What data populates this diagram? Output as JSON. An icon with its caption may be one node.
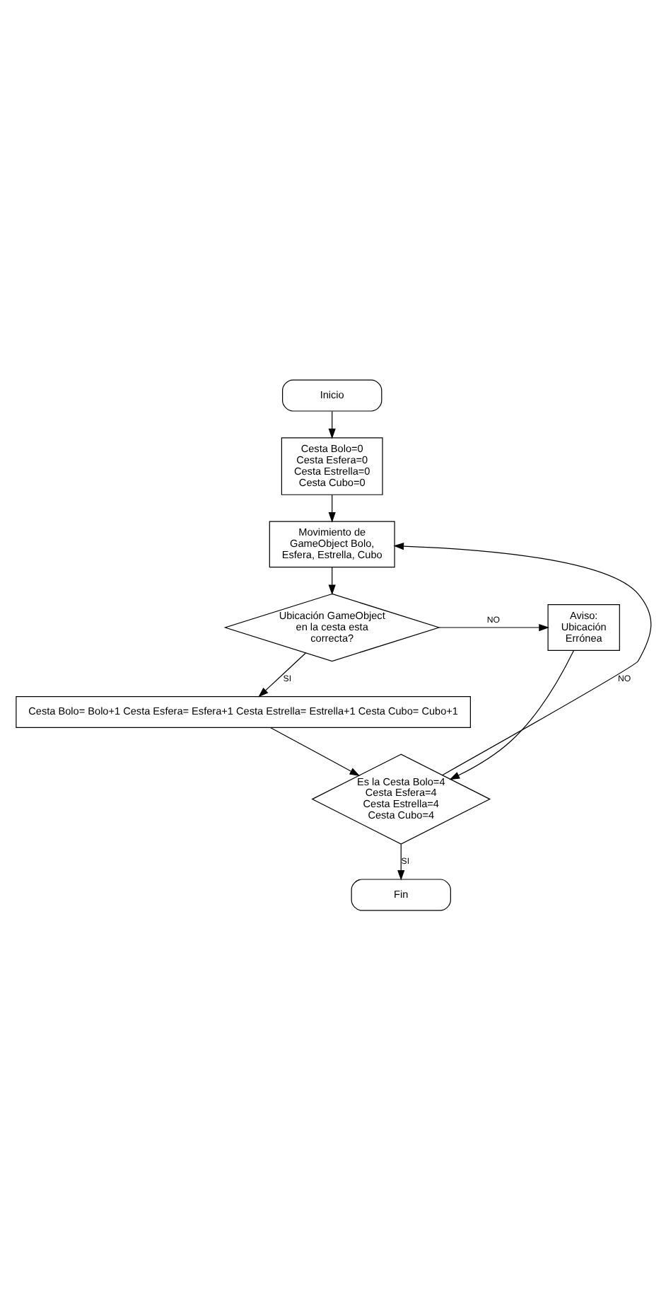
{
  "diagram": {
    "nodes": [
      {
        "text": [
          "Inicio"
        ]
      },
      {
        "text": [
          "Cesta Bolo=0 Cesta Esfera=0 Cesta Estrella=0 Cesta Cubo=0"
        ]
      },
      {
        "text": [
          "Movimiento de GameObject Bolo, Esfera, Estrella, Cubo"
        ]
      },
      {
        "text": [
          "Ubicación GameObject en la cesta esta correcta?"
        ]
      },
      {
        "text": [
          "Aviso: Ubicación Errónea"
        ]
      },
      {
        "text": [
          "Cesta Bolo= Bolo+1 Cesta Esfera= Esfera+1 Cesta Estrella= Estrella+1 Cesta Cubo= Cubo+1"
        ]
      },
      {
        "text": [
          "Es la Cesta Bolo=4 Cesta Esfera=4 Cesta Estrella=4 Cesta Cubo=4"
        ]
      },
      {
        "text": [
          "Fin"
        ]
      }
    ],
    "edges": [
      {
        "from": 0,
        "to": 1,
        "arrow": "to"
      },
      {
        "from": 1,
        "to": 2,
        "arrow": "to"
      },
      {
        "from": 2,
        "to": 3,
        "arrow": "to"
      },
      {
        "from": 3,
        "to": 4,
        "arrow": "to",
        "label": "NO"
      },
      {
        "from": 3,
        "to": 5,
        "arrow": "to",
        "label": "SI"
      },
      {
        "from": 5,
        "to": 6,
        "arrow": "to"
      },
      {
        "from": 4,
        "to": 6,
        "arrow": "to"
      },
      {
        "from": 6,
        "to": 2,
        "arrow": "to",
        "label": "NO"
      },
      {
        "from": 6,
        "to": 7,
        "arrow": "to",
        "label": "SI"
      }
    ]
  }
}
